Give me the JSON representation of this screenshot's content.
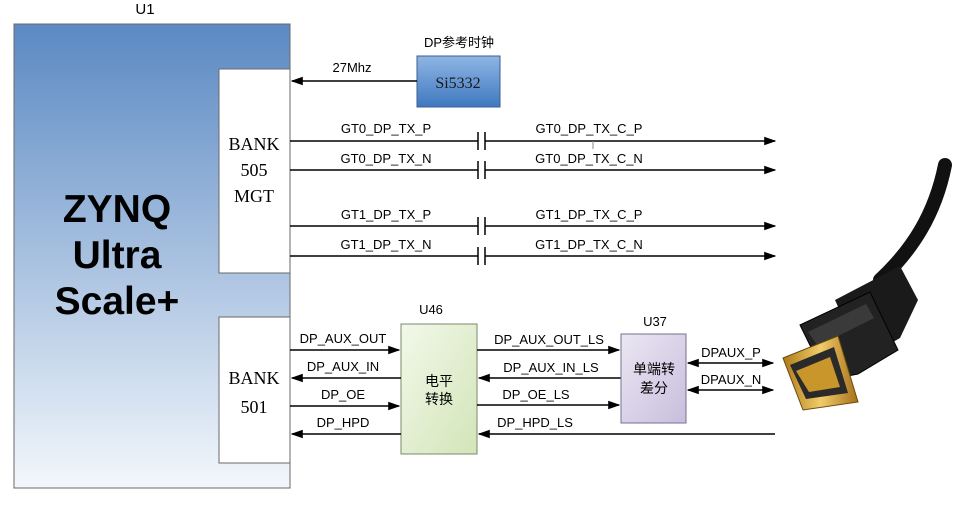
{
  "u1": {
    "ref": "U1",
    "chip_lines": [
      "ZYNQ",
      "Ultra",
      "Scale+"
    ],
    "bank505_lines": [
      "BANK",
      "505",
      "MGT"
    ],
    "bank501_lines": [
      "BANK",
      "501"
    ]
  },
  "clock": {
    "title": "DP参考时钟",
    "chip": "Si5332",
    "freq": "27Mhz"
  },
  "gt_signals": [
    {
      "left": "GT0_DP_TX_P",
      "right": "GT0_DP_TX_C_P"
    },
    {
      "left": "GT0_DP_TX_N",
      "right": "GT0_DP_TX_C_N"
    },
    {
      "left": "GT1_DP_TX_P",
      "right": "GT1_DP_TX_C_P"
    },
    {
      "left": "GT1_DP_TX_N",
      "right": "GT1_DP_TX_C_N"
    }
  ],
  "u46": {
    "ref": "U46",
    "lines": [
      "电平",
      "转换"
    ],
    "left_signals": [
      "DP_AUX_OUT",
      "DP_AUX_IN",
      "DP_OE",
      "DP_HPD"
    ],
    "right_signals": [
      "DP_AUX_OUT_LS",
      "DP_AUX_IN_LS",
      "DP_OE_LS",
      "DP_HPD_LS"
    ]
  },
  "u37": {
    "ref": "U37",
    "lines": [
      "单端转",
      "差分"
    ],
    "out_signals": [
      "DPAUX_P",
      "DPAUX_N"
    ]
  },
  "colors": {
    "zynq_top": "#5f8cc4",
    "zynq_bottom": "#f2f6fb",
    "si5332_fill": "#5a90d0",
    "u46_fill": "#e6f0d4",
    "u37_fill": "#dcd6ea",
    "connector_gold": "#d8a63a"
  }
}
